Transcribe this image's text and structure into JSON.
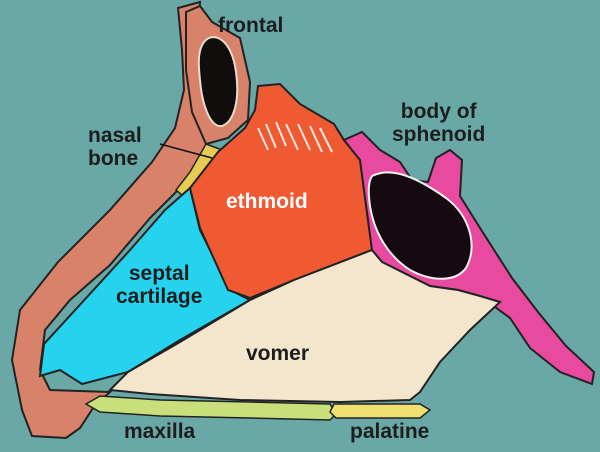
{
  "diagram": {
    "colors": {
      "background": "#6aa8a8",
      "nose_skin": "#d9826a",
      "nasal_bone": "#e6cc55",
      "septal_cartilage": "#26d3ee",
      "ethmoid": "#f05a33",
      "vomer": "#f3e6cc",
      "sphenoid": "#e84aa0",
      "sphenoid_sinus": "#140a10",
      "frontal_sinus": "#120d0d",
      "maxilla": "#c9e07a",
      "palatine": "#f0e070",
      "outline": "#222222"
    },
    "labels": {
      "frontal": "frontal",
      "nasal_bone_line1": "nasal",
      "nasal_bone_line2": "bone",
      "sphenoid_line1": "body of",
      "sphenoid_line2": "sphenoid",
      "ethmoid": "ethmoid",
      "septal_line1": "septal",
      "septal_line2": "cartilage",
      "vomer": "vomer",
      "maxilla": "maxilla",
      "palatine": "palatine"
    }
  }
}
